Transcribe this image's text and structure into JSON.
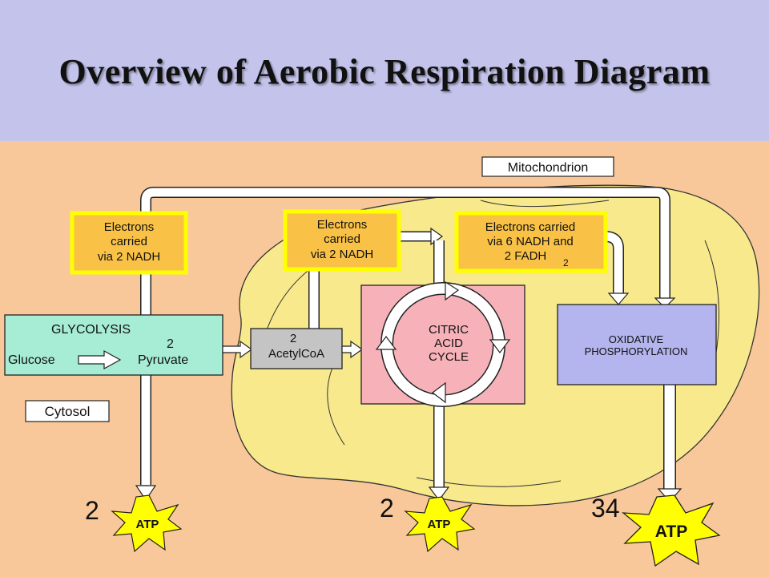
{
  "title": "Overview of Aerobic Respiration Diagram",
  "colors": {
    "title_band": "#c3c3eb",
    "background": "#f9c89a",
    "mitochondrion": "#f7e98c",
    "glycolysis_box": "#a7ecd5",
    "acetylcoa_box": "#c4c4c4",
    "citric_box": "#f6b2b8",
    "oxphos_box": "#b4b4ee",
    "electron_box": "#f9c246",
    "electron_border": "#ffff00",
    "atp_star": "#ffff00"
  },
  "labels": {
    "mitochondrion": "Mitochondrion",
    "cytosol": "Cytosol"
  },
  "electron_boxes": {
    "left": [
      "Electrons",
      "carried",
      "via 2 NADH"
    ],
    "middle": [
      "Electrons",
      "carried",
      "via 2 NADH"
    ],
    "right": [
      "Electrons carried",
      "via 6 NADH and",
      "2 FADH",
      "2"
    ]
  },
  "glycolysis": {
    "title": "GLYCOLYSIS",
    "count": "2",
    "input": "Glucose",
    "output": "Pyruvate"
  },
  "acetylcoa": {
    "count": "2",
    "label": "AcetylCoA"
  },
  "citric_cycle": [
    "CITRIC",
    "ACID",
    "CYCLE"
  ],
  "oxphos": [
    "OXIDATIVE",
    "PHOSPHORYLATION"
  ],
  "atp_yields": [
    {
      "count": "2",
      "label": "ATP"
    },
    {
      "count": "2",
      "label": "ATP"
    },
    {
      "count": "34",
      "label": "ATP"
    }
  ]
}
